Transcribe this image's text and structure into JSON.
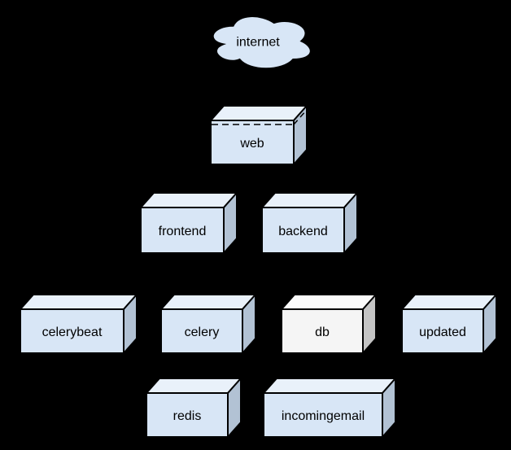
{
  "diagram": {
    "background": "#000000",
    "text_color": "#000000",
    "palettes": {
      "blue": {
        "front": "#d8e6f6",
        "top": "#e9f1fa",
        "side": "#b2c2d4",
        "stroke": "#000000"
      },
      "gray": {
        "front": "#f5f5f5",
        "top": "#fbfbfb",
        "side": "#c4c4c4",
        "stroke": "#000000"
      }
    },
    "nodes": [
      {
        "id": "internet",
        "label": "internet",
        "shape": "cloud",
        "palette": "blue"
      },
      {
        "id": "web",
        "label": "web",
        "shape": "cube",
        "palette": "blue",
        "dashed_top": true
      },
      {
        "id": "frontend",
        "label": "frontend",
        "shape": "cube",
        "palette": "blue"
      },
      {
        "id": "backend",
        "label": "backend",
        "shape": "cube",
        "palette": "blue"
      },
      {
        "id": "celerybeat",
        "label": "celerybeat",
        "shape": "cube",
        "palette": "blue"
      },
      {
        "id": "celery",
        "label": "celery",
        "shape": "cube",
        "palette": "blue"
      },
      {
        "id": "db",
        "label": "db",
        "shape": "cube",
        "palette": "gray"
      },
      {
        "id": "updated",
        "label": "updated",
        "shape": "cube",
        "palette": "blue"
      },
      {
        "id": "redis",
        "label": "redis",
        "shape": "cube",
        "palette": "blue"
      },
      {
        "id": "incomingemail",
        "label": "incomingemail",
        "shape": "cube",
        "palette": "blue"
      }
    ]
  }
}
